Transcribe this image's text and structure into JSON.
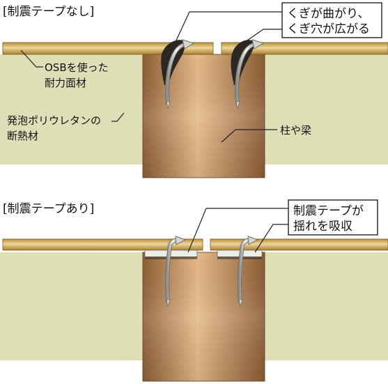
{
  "colors": {
    "insulation": "#dedfb6",
    "board": "#c9a55c",
    "board_highlight": "#eed79a",
    "post": "#a9794a",
    "post_highlight": "#e6bb8a",
    "tape": "#e9eee6",
    "shadow": "#2b2723",
    "nail": "#d4d4d0"
  },
  "top": {
    "heading": "[制震テープなし]",
    "callout": [
      "くぎが曲がり、",
      "くぎ穴が広がる"
    ],
    "label_osb": [
      "OSBを使った",
      "耐力面材"
    ],
    "label_insulation": [
      "発泡ポリウレタンの",
      "断熱材"
    ],
    "label_post": "柱や梁"
  },
  "bottom": {
    "heading": "[制震テープあり]",
    "callout": [
      "制震テープが",
      "揺れを吸収"
    ]
  },
  "icons": [
    "nail-icon",
    "nail-icon",
    "nail-icon",
    "nail-icon"
  ]
}
